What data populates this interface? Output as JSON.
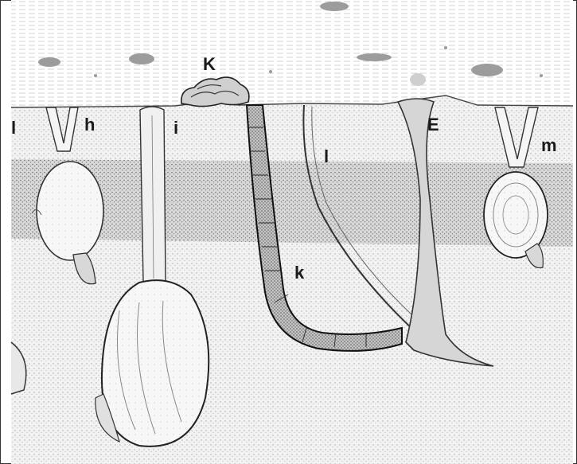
{
  "figure": {
    "labels": {
      "h": "h",
      "i": "i",
      "K": "K",
      "E": "E",
      "l": "l",
      "k": "k",
      "m": "m",
      "edge": "l"
    }
  }
}
